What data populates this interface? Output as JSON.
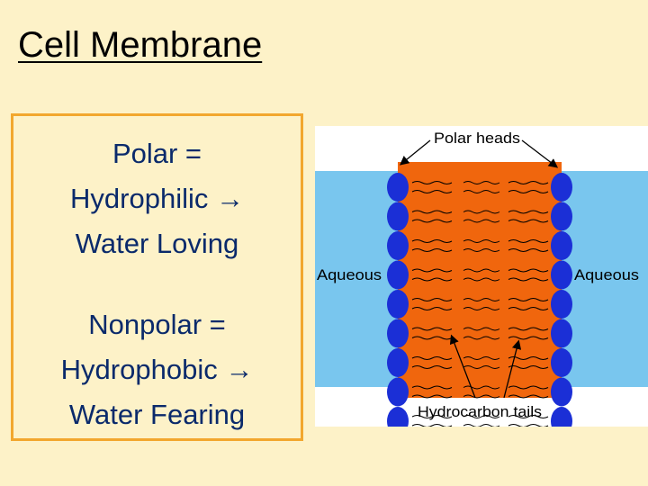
{
  "slide": {
    "title": "Cell Membrane"
  },
  "definitions": {
    "polar": [
      "Polar =",
      "Hydrophilic → ",
      "Water Loving"
    ],
    "nonpolar": [
      "Nonpolar =",
      "Hydrophobic → ",
      "Water Fearing"
    ]
  },
  "diagram": {
    "labels": {
      "polar_heads": "Polar heads",
      "aqueous_left": "Aqueous",
      "aqueous_right": "Aqueous",
      "hydrocarbon_tails": "Hydrocarbon tails"
    },
    "colors": {
      "aqueous": "#79c6ee",
      "bilayer": "#f0660d",
      "head": "#1b2fd6",
      "background": "#fdf2c8"
    }
  }
}
